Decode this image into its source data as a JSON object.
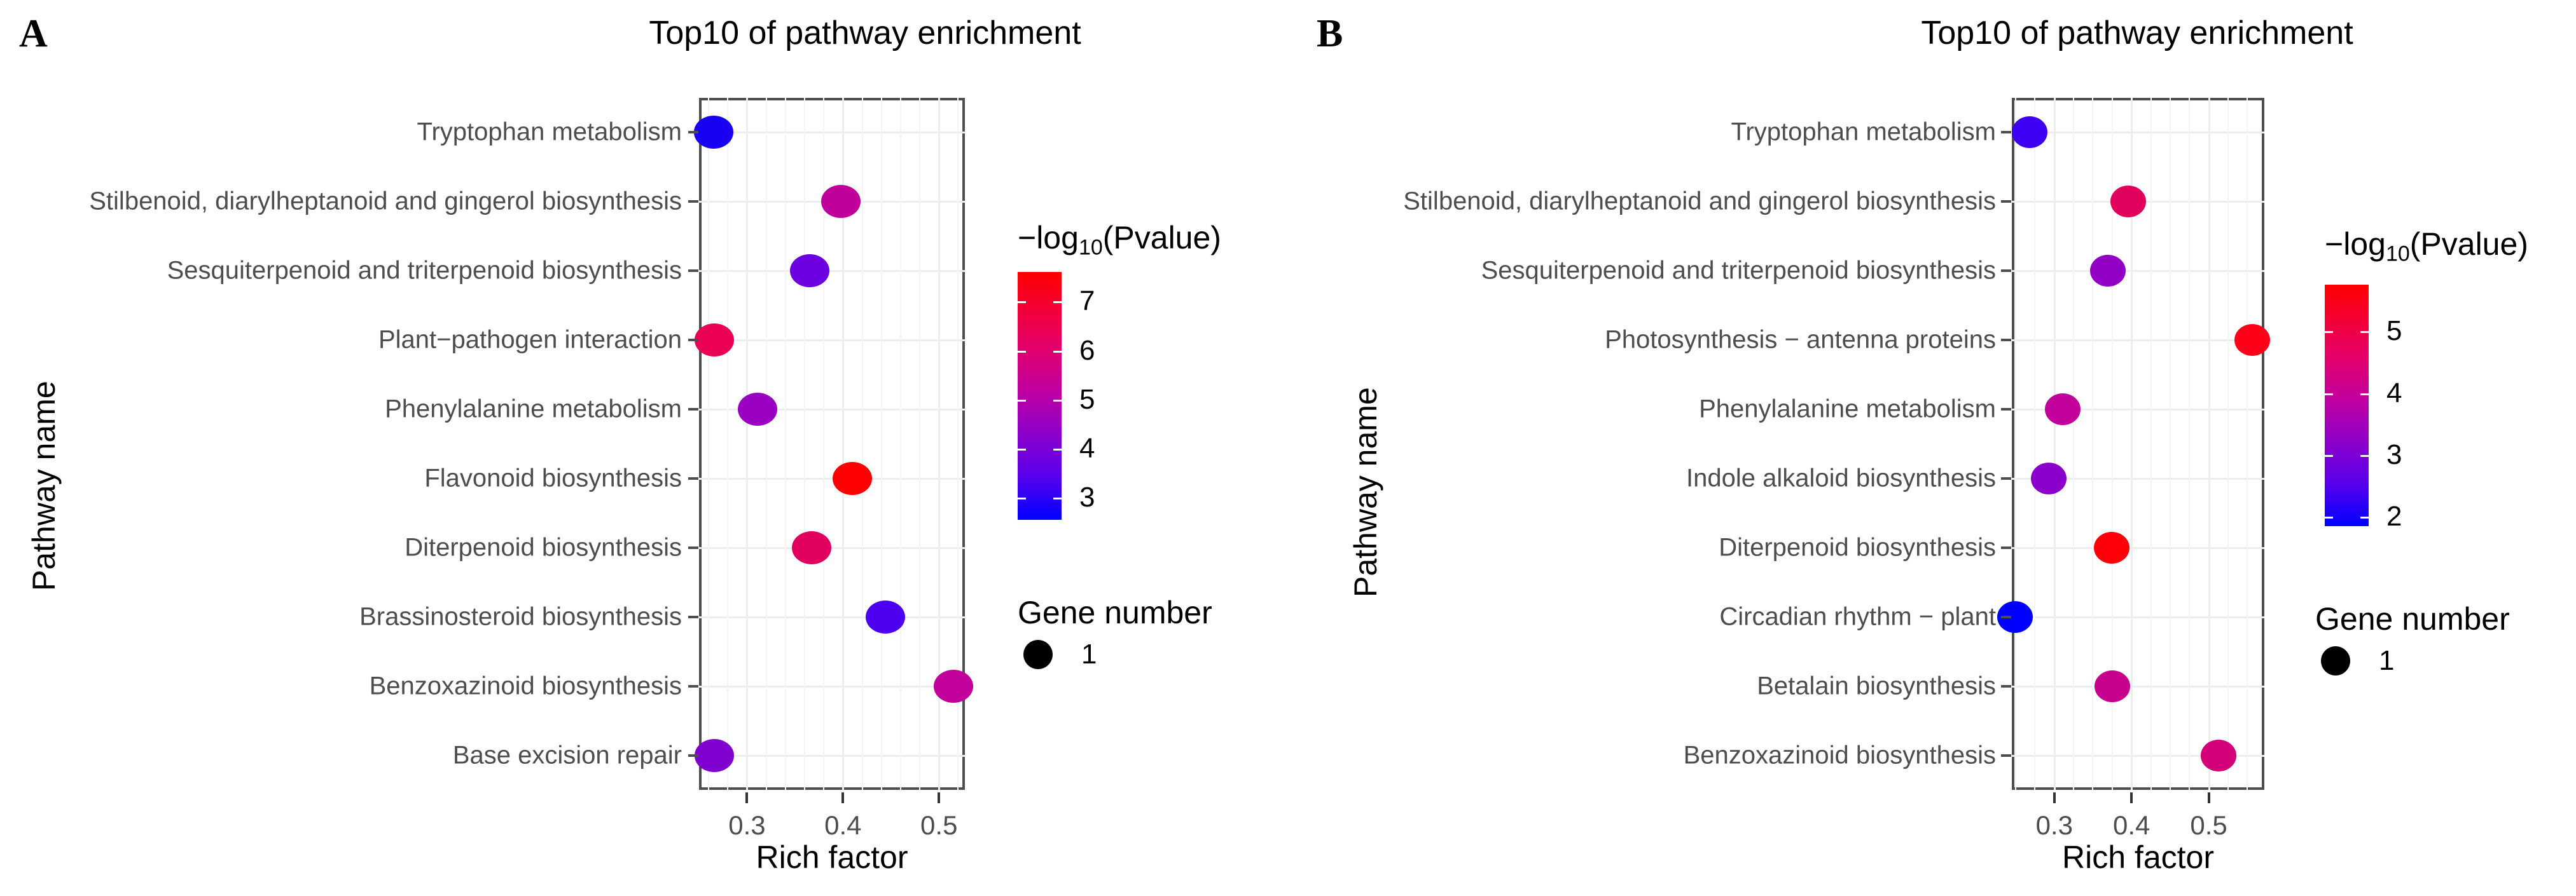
{
  "figure": {
    "panel_a_letter": "A",
    "panel_b_letter": "B"
  },
  "chart_data": [
    {
      "id": "panel-a",
      "type": "scatter",
      "title": "Top10 of pathway enrichment",
      "xlabel": "Rich factor",
      "ylabel": "Pathway name",
      "xlim": [
        0.25,
        0.527
      ],
      "xticks": [
        0.3,
        0.4,
        0.5
      ],
      "xticklabels": [
        "0.3",
        "0.4",
        "0.5"
      ],
      "grid": true,
      "legend_position": "right",
      "categories": [
        "Tryptophan metabolism",
        "Stilbenoid, diarylheptanoid and gingerol biosynthesis",
        "Sesquiterpenoid and triterpenoid biosynthesis",
        "Plant−pathogen interaction",
        "Phenylalanine metabolism",
        "Flavonoid biosynthesis",
        "Diterpenoid biosynthesis",
        "Brassinosteroid biosynthesis",
        "Benzoxazinoid biosynthesis",
        "Base excision repair"
      ],
      "points": [
        {
          "pathway": "Tryptophan metabolism",
          "rich_factor": 0.265,
          "neg_log10_p": 2.7,
          "gene_number": 1,
          "color": "#1800f0"
        },
        {
          "pathway": "Stilbenoid, diarylheptanoid and gingerol biosynthesis",
          "rich_factor": 0.398,
          "neg_log10_p": 4.6,
          "gene_number": 1,
          "color": "#c0009a"
        },
        {
          "pathway": "Sesquiterpenoid and triterpenoid biosynthesis",
          "rich_factor": 0.365,
          "neg_log10_p": 3.4,
          "gene_number": 1,
          "color": "#6c00e0"
        },
        {
          "pathway": "Plant−pathogen interaction",
          "rich_factor": 0.266,
          "neg_log10_p": 6.4,
          "gene_number": 1,
          "color": "#ea0055"
        },
        {
          "pathway": "Phenylalanine metabolism",
          "rich_factor": 0.311,
          "neg_log10_p": 4.0,
          "gene_number": 1,
          "color": "#9a00c2"
        },
        {
          "pathway": "Flavonoid biosynthesis",
          "rich_factor": 0.41,
          "neg_log10_p": 7.5,
          "gene_number": 1,
          "color": "#ff0000"
        },
        {
          "pathway": "Diterpenoid biosynthesis",
          "rich_factor": 0.367,
          "neg_log10_p": 6.1,
          "gene_number": 1,
          "color": "#e2005f"
        },
        {
          "pathway": "Brassinosteroid biosynthesis",
          "rich_factor": 0.444,
          "neg_log10_p": 3.1,
          "gene_number": 1,
          "color": "#4d00f0"
        },
        {
          "pathway": "Benzoxazinoid biosynthesis",
          "rich_factor": 0.515,
          "neg_log10_p": 4.7,
          "gene_number": 1,
          "color": "#c2009c"
        },
        {
          "pathway": "Base excision repair",
          "rich_factor": 0.266,
          "neg_log10_p": 3.6,
          "gene_number": 1,
          "color": "#8000d0"
        }
      ],
      "color_legend": {
        "title_prefix": "−log",
        "title_sub": "10",
        "title_suffix": "(Pvalue)",
        "ticks": [
          "7",
          "6",
          "5",
          "4",
          "3"
        ],
        "vmin": 2.55,
        "vmax": 7.6,
        "high_color": "#ff0000",
        "low_color": "#0000ff"
      },
      "size_legend": {
        "title": "Gene number",
        "items": [
          "1"
        ]
      }
    },
    {
      "id": "panel-b",
      "type": "scatter",
      "title": "Top10 of pathway enrichment",
      "xlabel": "Rich factor",
      "ylabel": "Pathway name",
      "xlim": [
        0.245,
        0.572
      ],
      "xticks": [
        0.3,
        0.4,
        0.5
      ],
      "xticklabels": [
        "0.3",
        "0.4",
        "0.5"
      ],
      "grid": true,
      "legend_position": "right",
      "categories": [
        "Tryptophan metabolism",
        "Stilbenoid, diarylheptanoid and gingerol biosynthesis",
        "Sesquiterpenoid and triterpenoid biosynthesis",
        "Photosynthesis − antenna proteins",
        "Phenylalanine metabolism",
        "Indole alkaloid biosynthesis",
        "Diterpenoid biosynthesis",
        "Circadian rhythm − plant",
        "Betalain biosynthesis",
        "Benzoxazinoid biosynthesis"
      ],
      "points": [
        {
          "pathway": "Tryptophan metabolism",
          "rich_factor": 0.268,
          "neg_log10_p": 2.3,
          "gene_number": 1,
          "color": "#3d00f2"
        },
        {
          "pathway": "Stilbenoid, diarylheptanoid and gingerol biosynthesis",
          "rich_factor": 0.396,
          "neg_log10_p": 4.6,
          "gene_number": 1,
          "color": "#e2005d"
        },
        {
          "pathway": "Sesquiterpenoid and triterpenoid biosynthesis",
          "rich_factor": 0.369,
          "neg_log10_p": 3.3,
          "gene_number": 1,
          "color": "#9200c6"
        },
        {
          "pathway": "Photosynthesis − antenna proteins",
          "rich_factor": 0.556,
          "neg_log10_p": 5.6,
          "gene_number": 1,
          "color": "#ff0019"
        },
        {
          "pathway": "Phenylalanine metabolism",
          "rich_factor": 0.311,
          "neg_log10_p": 4.1,
          "gene_number": 1,
          "color": "#c2009a"
        },
        {
          "pathway": "Indole alkaloid biosynthesis",
          "rich_factor": 0.293,
          "neg_log10_p": 3.2,
          "gene_number": 1,
          "color": "#8c00cc"
        },
        {
          "pathway": "Diterpenoid biosynthesis",
          "rich_factor": 0.374,
          "neg_log10_p": 5.5,
          "gene_number": 1,
          "color": "#ff0008"
        },
        {
          "pathway": "Circadian rhythm − plant",
          "rich_factor": 0.249,
          "neg_log10_p": 1.9,
          "gene_number": 1,
          "color": "#0000ff"
        },
        {
          "pathway": "Betalain biosynthesis",
          "rich_factor": 0.375,
          "neg_log10_p": 4.4,
          "gene_number": 1,
          "color": "#c8008e"
        },
        {
          "pathway": "Benzoxazinoid biosynthesis",
          "rich_factor": 0.513,
          "neg_log10_p": 4.8,
          "gene_number": 1,
          "color": "#d4007a"
        }
      ],
      "color_legend": {
        "title_prefix": "−log",
        "title_sub": "10",
        "title_suffix": "(Pvalue)",
        "ticks": [
          "5",
          "4",
          "3",
          "2"
        ],
        "vmin": 1.85,
        "vmax": 5.75,
        "high_color": "#ff0000",
        "low_color": "#0000ff"
      },
      "size_legend": {
        "title": "Gene number",
        "items": [
          "1"
        ]
      }
    }
  ]
}
